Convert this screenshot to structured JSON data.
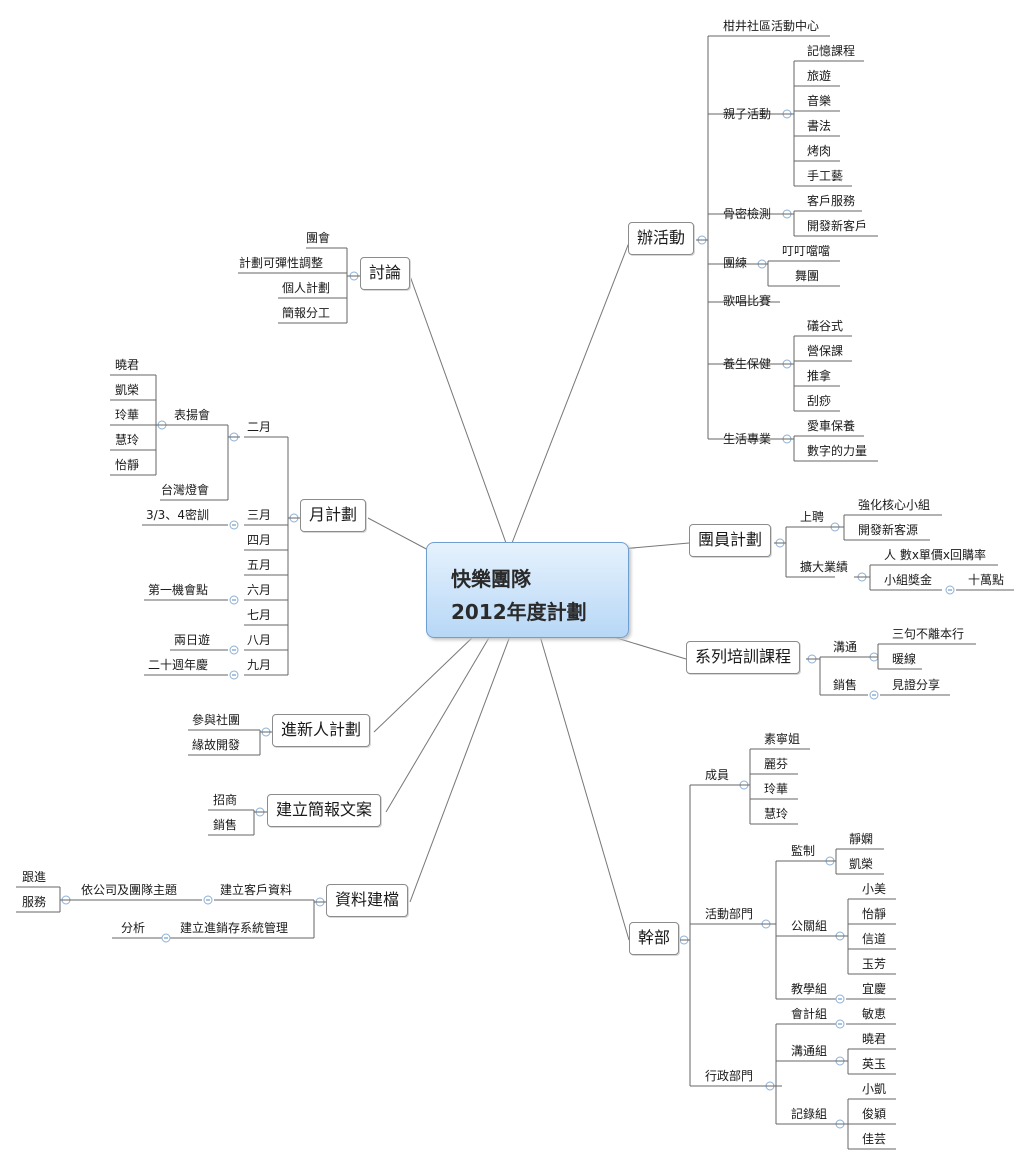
{
  "root": {
    "line1": "快樂團隊",
    "line2": "2012年度計劃"
  },
  "topics": {
    "activities": {
      "label": "辦活動",
      "place": "柑井社區活動中心",
      "parent_child": {
        "label": "親子活動",
        "items": [
          "記憶課程",
          "旅遊",
          "音樂",
          "書法",
          "烤肉",
          "手工藝"
        ]
      },
      "bone": {
        "label": "骨密檢測",
        "items": [
          "客戶服務",
          "開發新客戶"
        ]
      },
      "group_dance": {
        "label": "團練",
        "items": [
          "叮叮噹噹",
          "舞團"
        ]
      },
      "singing": "歌唱比賽",
      "health": {
        "label": "養生保健",
        "items": [
          "礒谷式",
          "營保課",
          "推拿",
          "刮痧"
        ]
      },
      "life": {
        "label": "生活專業",
        "items": [
          "愛車保養",
          "數字的力量"
        ]
      }
    },
    "member_plan": {
      "label": "團員計劃",
      "promotion": {
        "label": "上聘",
        "items": [
          "強化核心小組",
          "開發新客源"
        ]
      },
      "expand": {
        "label": "擴大業績",
        "formula": "人 數x單價x回購率",
        "bonus": "小組獎金",
        "bonus_amount": "十萬點"
      }
    },
    "training": {
      "label": "系列培訓課程",
      "communication": {
        "label": "溝通",
        "items": [
          "三句不離本行",
          "暖線"
        ]
      },
      "sales": {
        "label": "銷售",
        "item": "見證分享"
      }
    },
    "cadre": {
      "label": "幹部",
      "members": {
        "label": "成員",
        "items": [
          "素寧姐",
          "麗芬",
          "玲華",
          "慧玲"
        ]
      },
      "activity_dept": {
        "label": "活動部門",
        "supervision": {
          "label": "監制",
          "items": [
            "靜嫻",
            "凱榮"
          ]
        },
        "pr": {
          "label": "公關組",
          "items": [
            "小美",
            "怡靜",
            "信道",
            "玉芳"
          ]
        },
        "teaching": {
          "label": "教學組",
          "item": "宜慶"
        }
      },
      "admin_dept": {
        "label": "行政部門",
        "accounting": {
          "label": "會計組",
          "item": "敏恵"
        },
        "communication": {
          "label": "溝通組",
          "items": [
            "曉君",
            "英玉"
          ]
        },
        "records": {
          "label": "記錄組",
          "items": [
            "小凱",
            "俊穎",
            "佳芸"
          ]
        }
      }
    },
    "discussion": {
      "label": "討論",
      "items": [
        "團會",
        "計劃可彈性調整",
        "個人計劃",
        "簡報分工"
      ]
    },
    "monthly": {
      "label": "月計劃",
      "feb": {
        "label": "二月",
        "award": {
          "label": "表揚會",
          "items": [
            "曉君",
            "凱榮",
            "玲華",
            "慧玲",
            "怡靜"
          ]
        },
        "lantern": "台灣燈會"
      },
      "mar": {
        "label": "三月",
        "item": "3/3、4密訓"
      },
      "apr": "四月",
      "may": "五月",
      "jun": {
        "label": "六月",
        "item": "第一機會點"
      },
      "jul": "七月",
      "aug": {
        "label": "八月",
        "item": "兩日遊"
      },
      "sep": {
        "label": "九月",
        "item": "二十週年慶"
      }
    },
    "newcomer": {
      "label": "進新人計劃",
      "items": [
        "參與社團",
        "緣故開發"
      ]
    },
    "presentation": {
      "label": "建立簡報文案",
      "items": [
        "招商",
        "銷售"
      ]
    },
    "records": {
      "label": "資料建檔",
      "customer": {
        "label": "建立客戶資料",
        "theme": "依公司及團隊主題",
        "items": [
          "跟進",
          "服務"
        ]
      },
      "inventory": {
        "label": "建立進銷存系統管理",
        "item": "分析"
      }
    }
  }
}
